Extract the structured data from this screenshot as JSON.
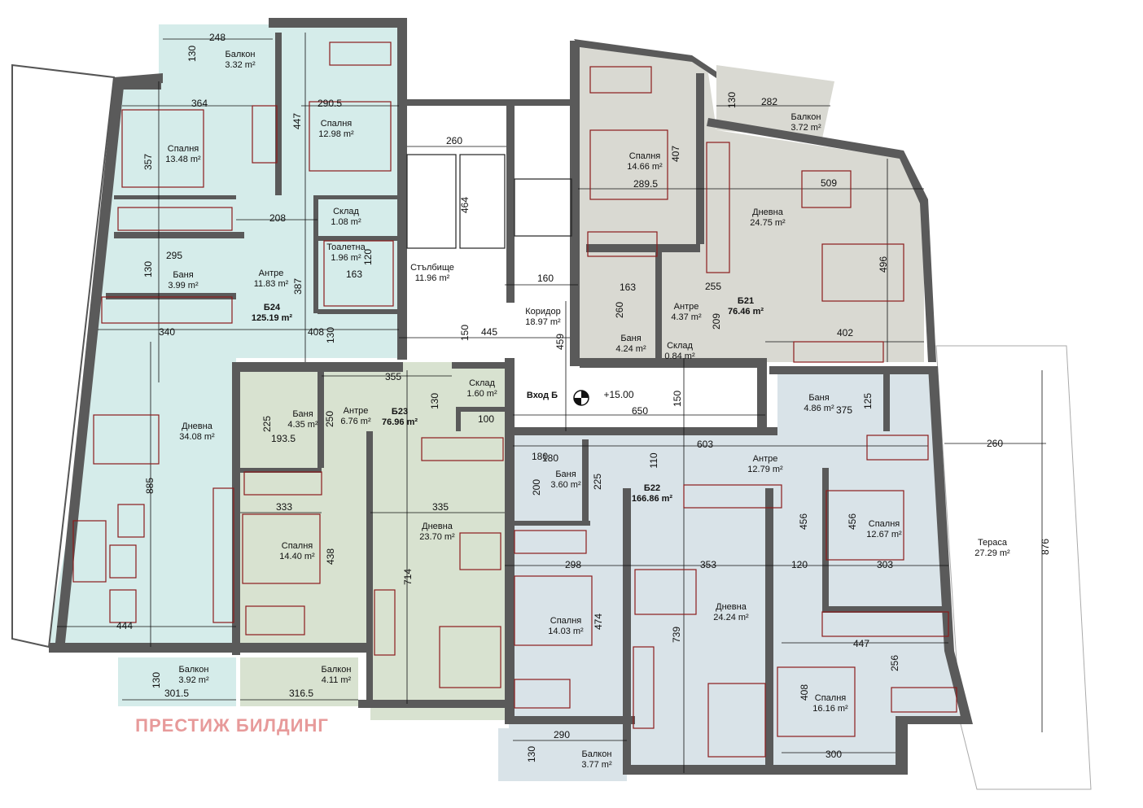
{
  "brand": "ПРЕСТИЖ БИЛДИНГ",
  "level": "+15.00",
  "entrance": "Вход Б",
  "colors": {
    "b24": "#d5ecea",
    "b23": "#d8e2d0",
    "b21": "#d9d9d2",
    "b22": "#d9e3e8",
    "common": "#ffffff",
    "wall": "#5a5a5a",
    "furniture": "#8b1c1c",
    "brand": "#e79a9a"
  },
  "apartments": [
    {
      "id": "Б24",
      "area": "125.19 m²"
    },
    {
      "id": "Б23",
      "area": "76.96 m²"
    },
    {
      "id": "Б21",
      "area": "76.46 m²"
    },
    {
      "id": "Б22",
      "area": "166.86 m²"
    }
  ],
  "rooms": [
    {
      "name": "Балкон",
      "area": "3.32 m²"
    },
    {
      "name": "Спалня",
      "area": "12.98 m²"
    },
    {
      "name": "Спалня",
      "area": "13.48 m²"
    },
    {
      "name": "Склад",
      "area": "1.08 m²"
    },
    {
      "name": "Тоалетна",
      "area": "1.96 m²"
    },
    {
      "name": "Баня",
      "area": "3.99 m²"
    },
    {
      "name": "Антре",
      "area": "11.83 m²"
    },
    {
      "name": "Дневна",
      "area": "34.08 m²"
    },
    {
      "name": "Балкон",
      "area": "3.92 m²"
    },
    {
      "name": "Балкон",
      "area": "4.11 m²"
    },
    {
      "name": "Стълбище",
      "area": "11.96 m²"
    },
    {
      "name": "Коридор",
      "area": "18.97 m²"
    },
    {
      "name": "Баня",
      "area": "4.35 m²"
    },
    {
      "name": "Антре",
      "area": "6.76 m²"
    },
    {
      "name": "Склад",
      "area": "1.60 m²"
    },
    {
      "name": "Спалня",
      "area": "14.40 m²"
    },
    {
      "name": "Дневна",
      "area": "23.70 m²"
    },
    {
      "name": "Спалня",
      "area": "14.66 m²"
    },
    {
      "name": "Балкон",
      "area": "3.72 m²"
    },
    {
      "name": "Дневна",
      "area": "24.75 m²"
    },
    {
      "name": "Антре",
      "area": "4.37 m²"
    },
    {
      "name": "Баня",
      "area": "4.24 m²"
    },
    {
      "name": "Склад",
      "area": "0.84 m²"
    },
    {
      "name": "Баня",
      "area": "3.60 m²"
    },
    {
      "name": "Баня",
      "area": "4.86 m²"
    },
    {
      "name": "Антре",
      "area": "12.79 m²"
    },
    {
      "name": "Спалня",
      "area": "12.67 m²"
    },
    {
      "name": "Тераса",
      "area": "27.29 m²"
    },
    {
      "name": "Спалня",
      "area": "14.03 m²"
    },
    {
      "name": "Дневна",
      "area": "24.24 m²"
    },
    {
      "name": "Спалня",
      "area": "16.16 m²"
    },
    {
      "name": "Балкон",
      "area": "3.77 m²"
    }
  ],
  "dimensions": [
    "248",
    "130",
    "364",
    "290.5",
    "447",
    "357",
    "208",
    "295",
    "130",
    "387",
    "163",
    "120",
    "260",
    "464",
    "160",
    "340",
    "408",
    "130",
    "150",
    "445",
    "459",
    "355",
    "130",
    "225",
    "250",
    "193.5",
    "100",
    "180",
    "650",
    "150",
    "603",
    "110",
    "180",
    "200",
    "225",
    "333",
    "438",
    "335",
    "714",
    "298",
    "474",
    "353",
    "739",
    "120",
    "456",
    "456",
    "303",
    "260",
    "876",
    "447",
    "256",
    "408",
    "300",
    "444",
    "885",
    "290",
    "130",
    "301.5",
    "316.5",
    "130",
    "407",
    "289.5",
    "282",
    "130",
    "509",
    "496",
    "255",
    "260",
    "163",
    "209",
    "402",
    "375",
    "125"
  ]
}
